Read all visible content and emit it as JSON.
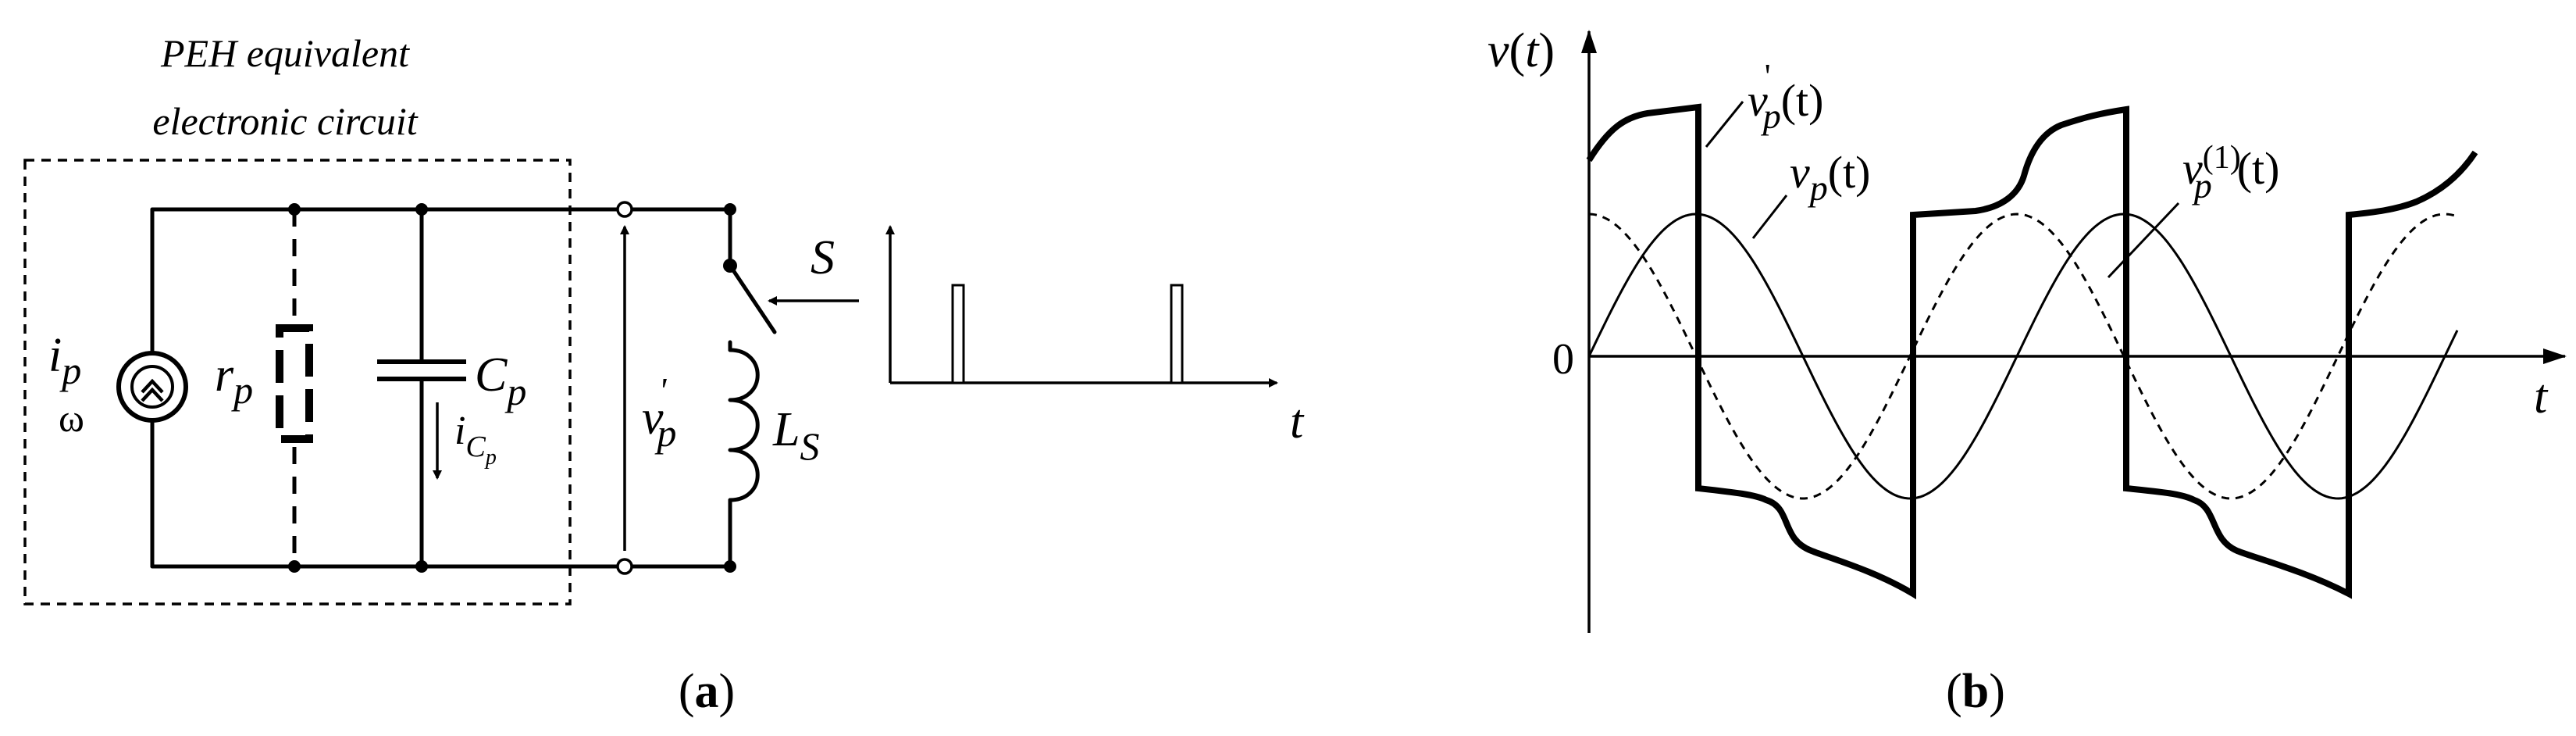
{
  "panel_a": {
    "caption": "(a)",
    "caption_open": "(",
    "caption_letter": "a",
    "caption_close": ")",
    "box_title_line1": "PEH equivalent",
    "box_title_line2": "electronic circuit",
    "source_label": "i",
    "source_sub": "p",
    "omega_label": "ω",
    "resistor_label": "r",
    "resistor_sub": "p",
    "capacitor_label": "C",
    "capacitor_sub": "p",
    "current_label": "i",
    "current_sub": "C",
    "current_subsub": "p",
    "voltage_label": "v",
    "voltage_sup": "'",
    "voltage_sub": "p",
    "switch_label": "S",
    "inductor_label": "L",
    "inductor_sub": "S",
    "pulse_axis_label": "t"
  },
  "panel_b": {
    "caption": "(b)",
    "caption_open": "(",
    "caption_letter": "b",
    "caption_close": ")",
    "y_axis_label": "v(t)",
    "x_axis_label": "t",
    "origin_label": "0",
    "curve_vp_prime": "v'p(t)",
    "curve_vp": "vp(t)",
    "curve_vp1": "vp(1)(t)",
    "lbl_v": "v",
    "lbl_prime": "'",
    "lbl_p": "p",
    "lbl_t": "(t)",
    "lbl_sup1": "(1)"
  },
  "colors": {
    "ink": "#000000",
    "background": "#ffffff"
  }
}
